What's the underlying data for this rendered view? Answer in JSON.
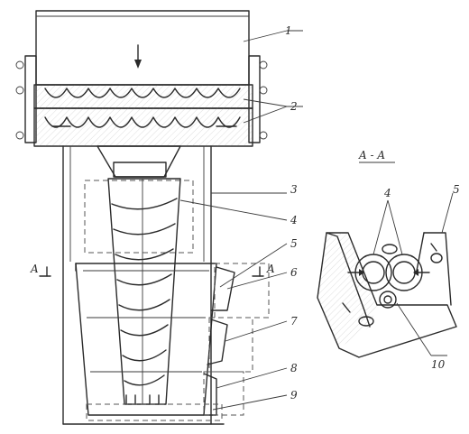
{
  "callouts": [
    "1",
    "2",
    "3",
    "4",
    "5",
    "6",
    "7",
    "8",
    "9"
  ],
  "section": {
    "title": "A - A",
    "marker_left": "A",
    "marker_right": "A",
    "callouts": [
      "4",
      "5",
      "10"
    ]
  }
}
